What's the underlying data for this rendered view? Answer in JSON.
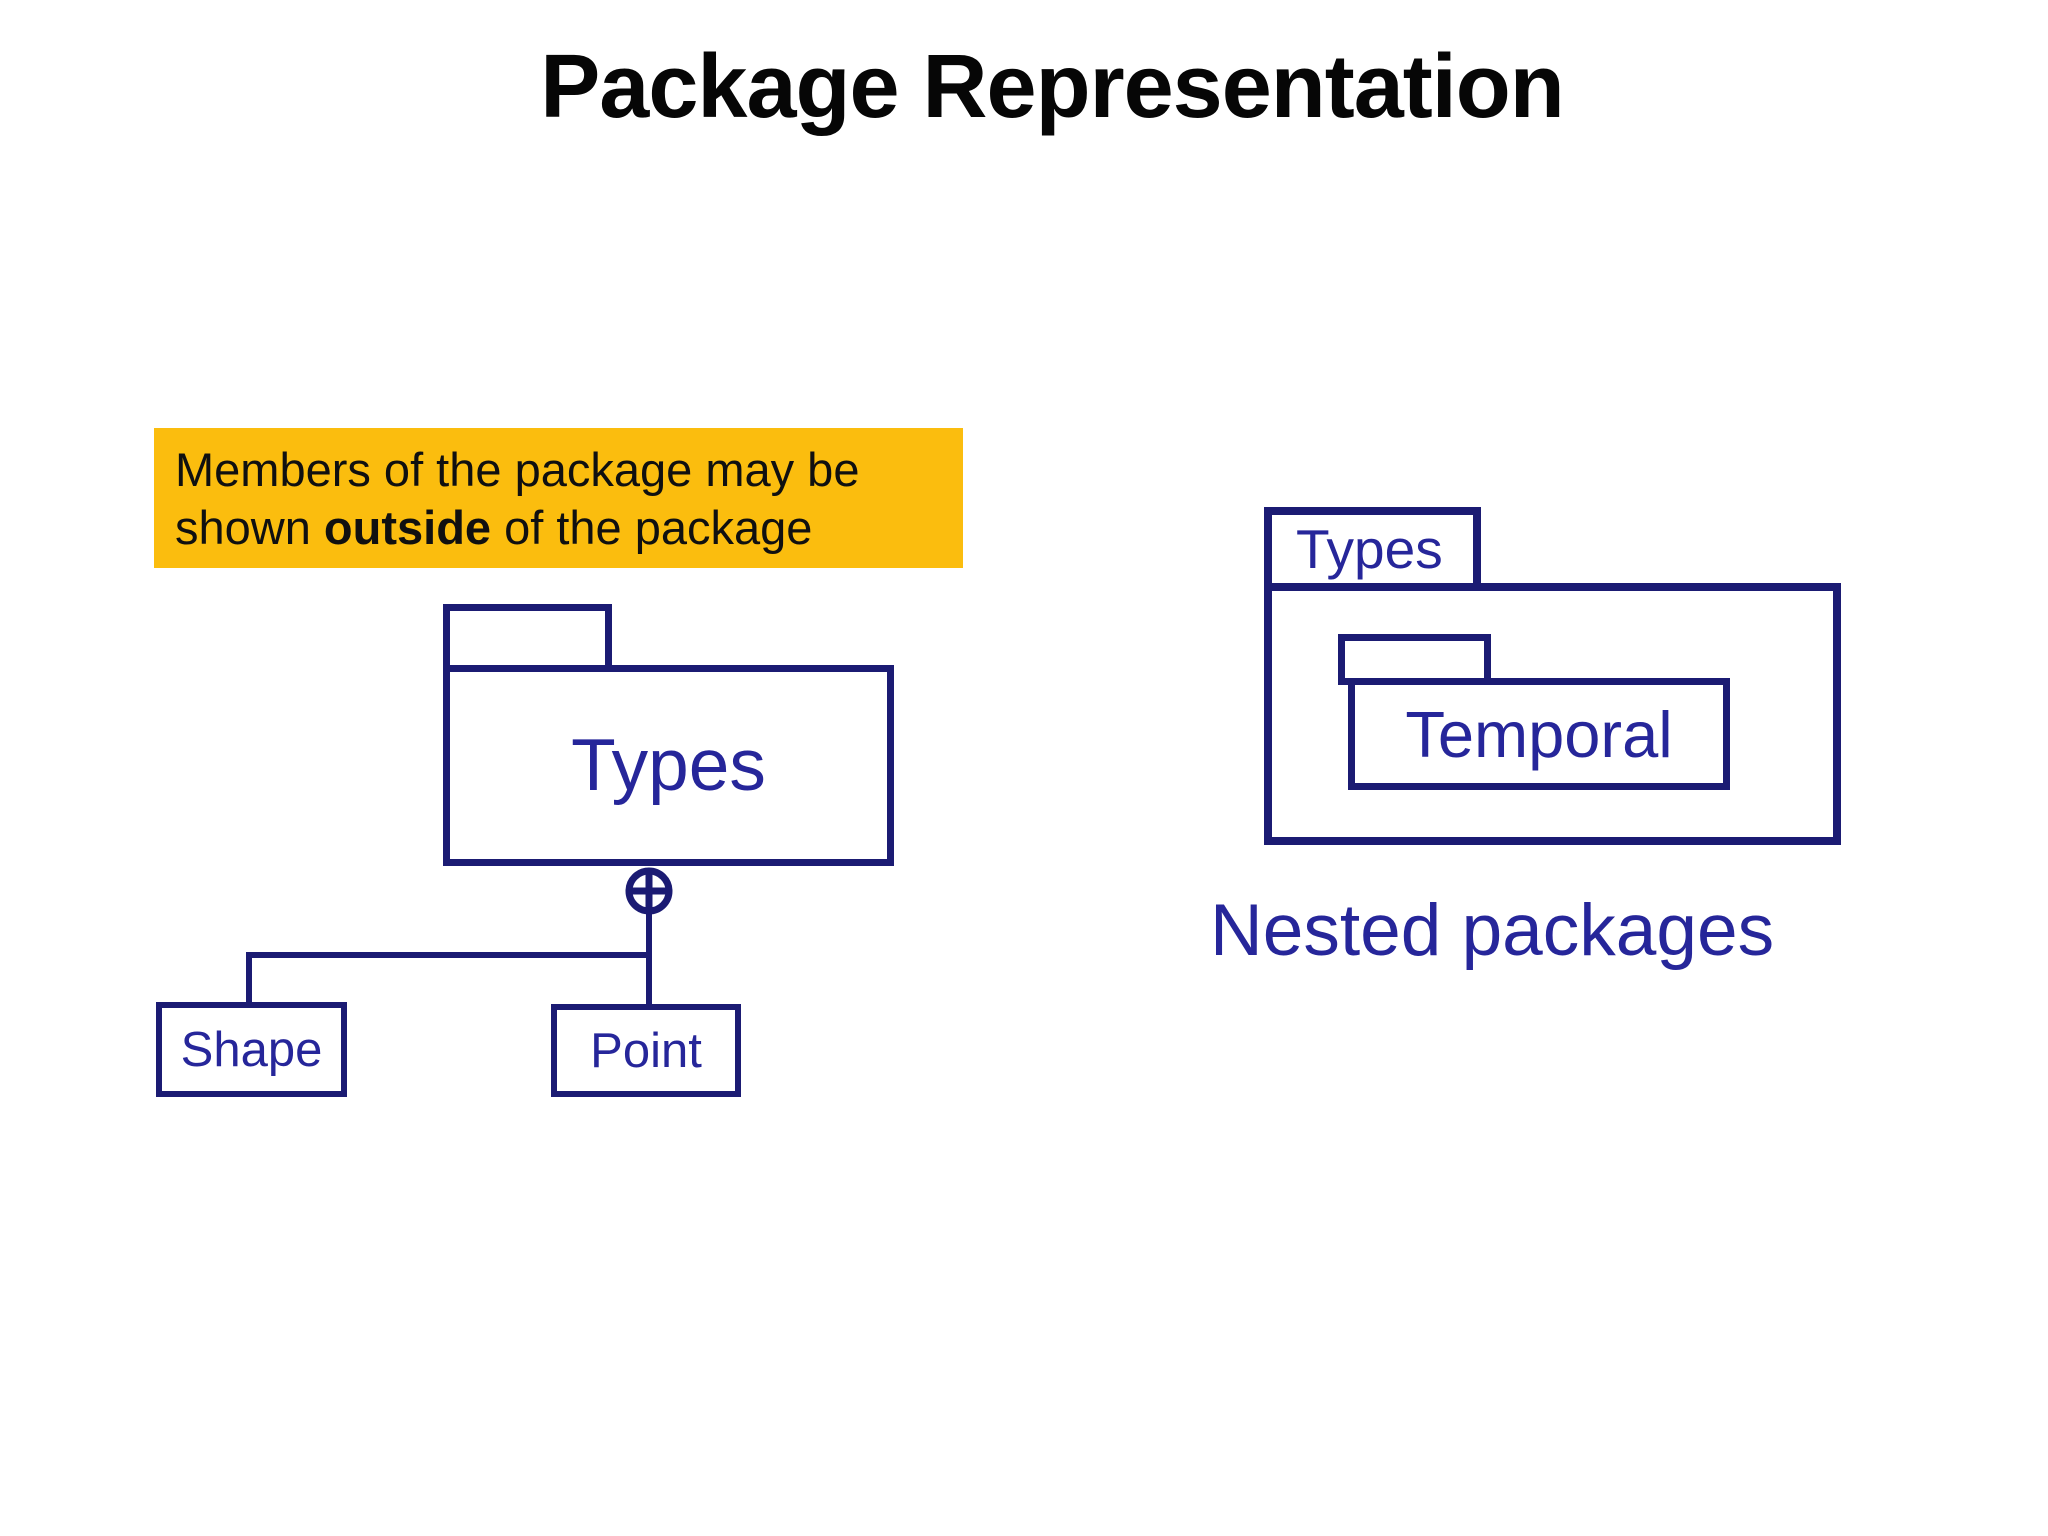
{
  "slide": {
    "title": "Package Representation",
    "callout": {
      "line1": "Members of the package may be",
      "line2_prefix": "shown ",
      "line2_bold": "outside",
      "line2_suffix": " of the package"
    },
    "outside_example": {
      "package_label": "Types",
      "members": [
        "Shape",
        "Point"
      ]
    },
    "nested_example": {
      "outer_package_label": "Types",
      "inner_package_label": "Temporal",
      "caption": "Nested packages"
    },
    "colors": {
      "highlight_yellow": "#fbbd0e",
      "diagram_stroke_navy": "#1b1b73",
      "diagram_text_navy": "#26269a",
      "title_black": "#060606"
    }
  }
}
